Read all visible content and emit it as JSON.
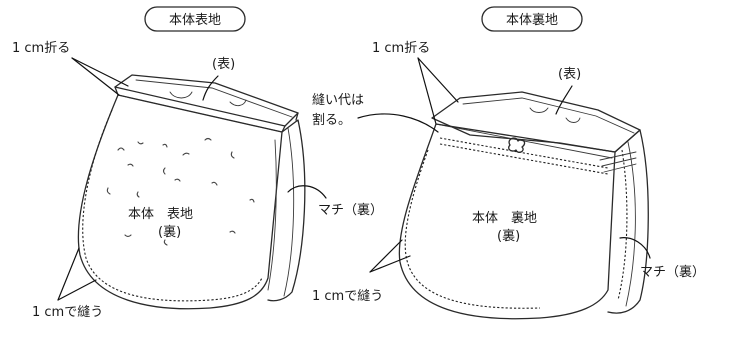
{
  "left": {
    "title": "本体表地",
    "fold_label": "1 cm折る",
    "surface_label": "(表)",
    "body_label_1": "本体　表地",
    "body_label_2": "(裏)",
    "gusset_label": "マチ（裏）",
    "sew_label": "1 cmで縫う"
  },
  "right": {
    "title": "本体裏地",
    "fold_label": "1 cm折る",
    "surface_label": "(表)",
    "seam_label_1": "縫い代は",
    "seam_label_2": "割る。",
    "body_label_1": "本体　裏地",
    "body_label_2": "(裏)",
    "gusset_label": "マチ（裏）",
    "sew_label": "1 cmで縫う"
  }
}
